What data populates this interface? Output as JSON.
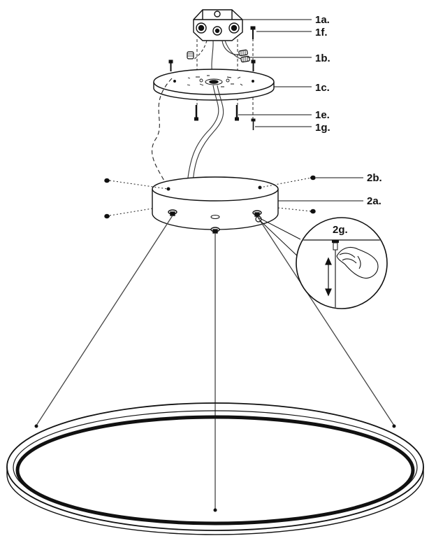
{
  "labels": {
    "l1a": "1a.",
    "l1f": "1f.",
    "l1b": "1b.",
    "l1c": "1c.",
    "l1e": "1e.",
    "l1g": "1g.",
    "l2b": "2b.",
    "l2a": "2a.",
    "l2g": "2g."
  }
}
